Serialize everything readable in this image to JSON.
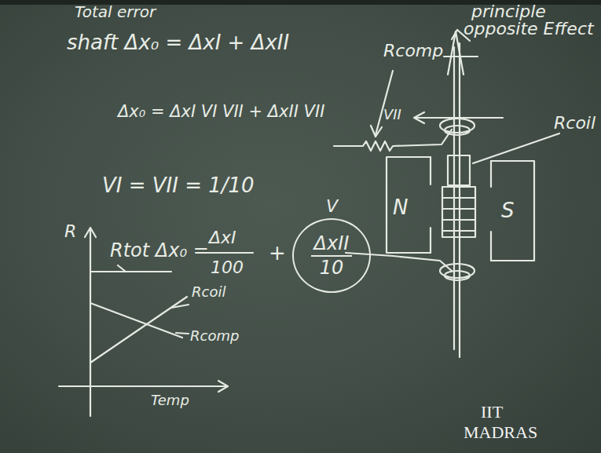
{
  "diagram": {
    "nodes": [
      {
        "text": [
          "ΔxII",
          "10"
        ]
      }
    ],
    "labels": [
      "Total error",
      "principle",
      "opposite Effect",
      "shaft Δx₀ = ΔxI + ΔxII",
      "Δx₀ = ΔxI VI VII + ΔxII VII",
      "VI = VII = 1/10",
      "R",
      "Rtot Δx₀ =",
      "ΔxI",
      "100",
      "+",
      "Rcoil",
      "Rcomp",
      "Temp",
      "Rcomp",
      "VII",
      "Rcoil",
      "V",
      "N",
      "S",
      "IIT",
      "MADRAS"
    ]
  }
}
